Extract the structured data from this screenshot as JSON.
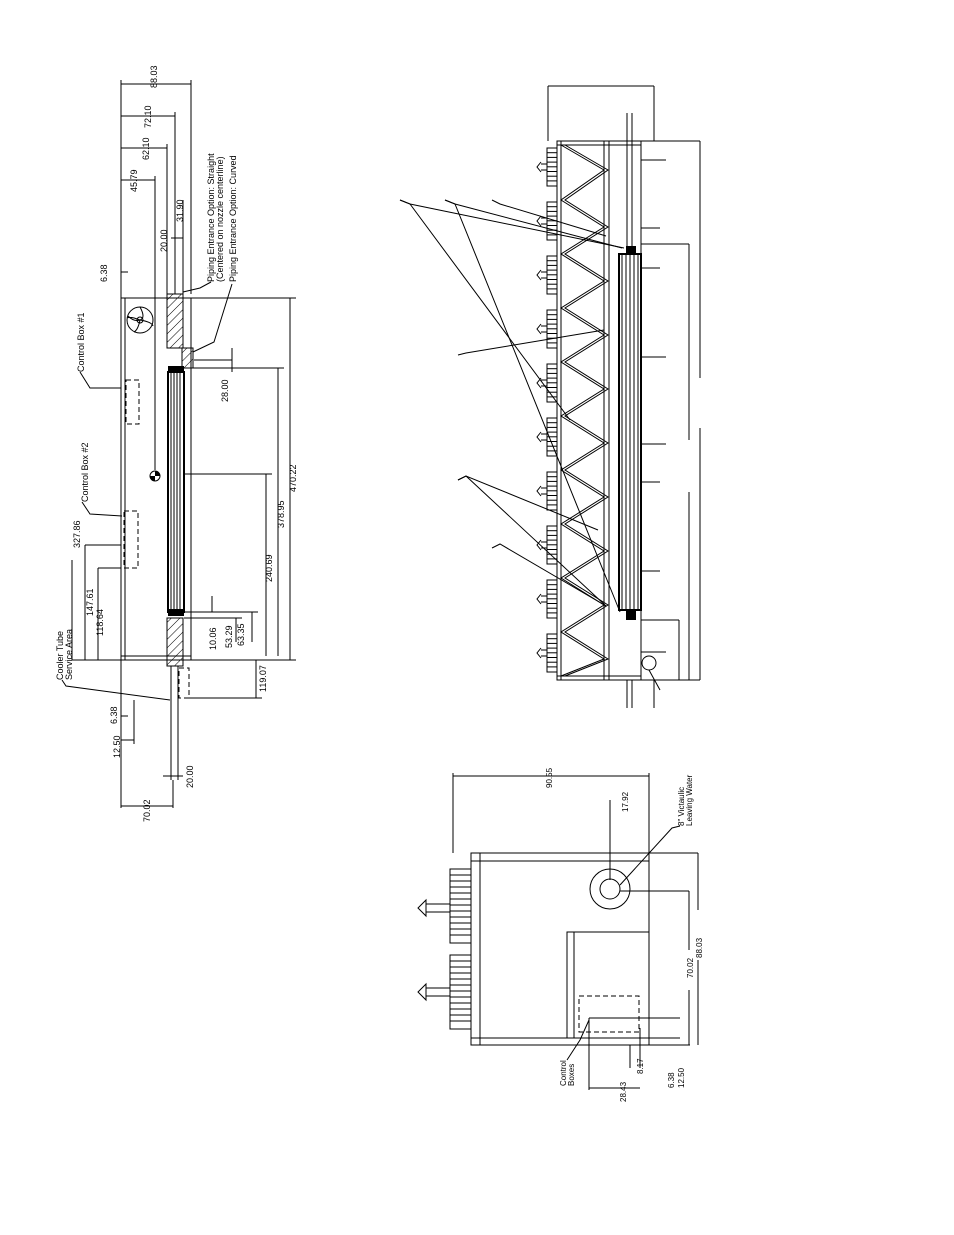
{
  "top_view": {
    "dims_top": [
      "88.03",
      "72.10",
      "62.10",
      "45.79",
      "31.90",
      "20.00",
      "6.38"
    ],
    "notes": {
      "piping_straight": "Piping Entrance Option: Straight",
      "piping_straight_sub": "(Centered on nozzle centerline)",
      "piping_curved": "Piping Entrance Option: Curved",
      "control_box_1": "Control Box #1",
      "control_box_2": "Control Box #2",
      "cooler_tube": "Cooler Tube",
      "service_area": "Service Area"
    },
    "dims_right": [
      "28.00",
      "470.22",
      "378.95",
      "240.69",
      "63.35",
      "53.29",
      "10.06",
      "119.07"
    ],
    "dims_left": [
      "327.86",
      "147.61",
      "118.64"
    ],
    "dims_bottom": [
      "6.38",
      "12.50",
      "70.02",
      "20.00"
    ]
  },
  "end_view": {
    "dims": [
      "90.55",
      "17.92",
      "70.02",
      "88.03",
      "28.43",
      "8.17",
      "6.38",
      "12.50"
    ],
    "notes": {
      "victaulic_line1": "8\" Victaulic",
      "victaulic_line2": "Leaving Water",
      "control_line1": "Control",
      "control_line2": "Boxes"
    }
  }
}
